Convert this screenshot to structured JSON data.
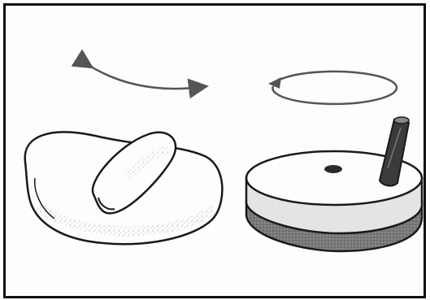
{
  "illustration": {
    "colors": {
      "ink": "#1a1a1a",
      "arrow": "#555555",
      "stone_light": "#e4e4e4",
      "stone_dark": "#7a7a7a",
      "stick": "#3b3b3b",
      "paper": "#fdfdfd"
    },
    "subjects": [
      "saddle-quern-with-grinding-stone",
      "rotary-quern-with-handle"
    ],
    "motions": [
      "back-and-forth",
      "circular"
    ]
  }
}
